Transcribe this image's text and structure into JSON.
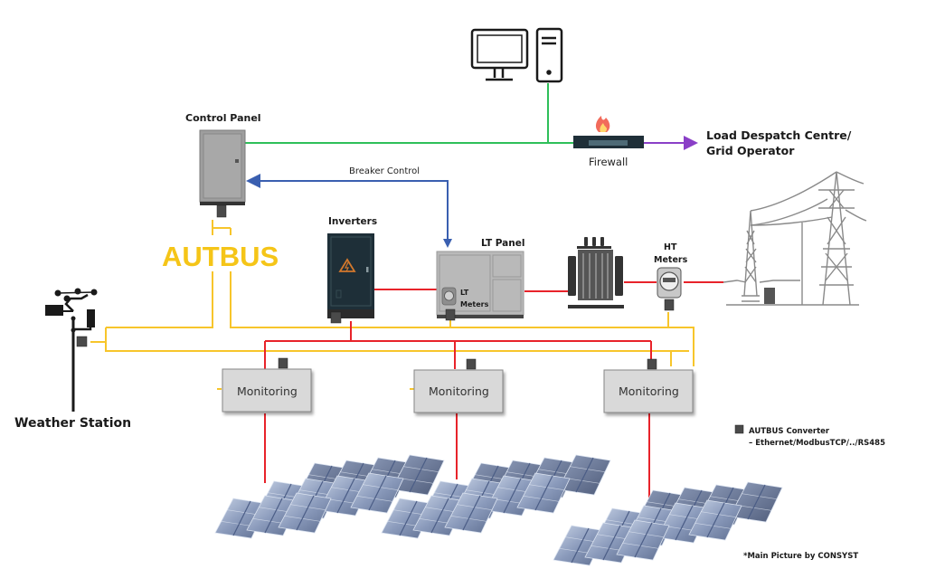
{
  "colors": {
    "network_green": "#2fbf5a",
    "breaker_blue": "#3a5fb0",
    "grid_purple": "#8a3fc7",
    "power_red": "#e8232a",
    "autbus_yellow": "#f7c52b",
    "autbus_text": "#f5c518",
    "converter": "#4a4a4a"
  },
  "workstation": {
    "label": ""
  },
  "control_panel": {
    "label": "Control Panel"
  },
  "autbus": {
    "label": "AUTBUS"
  },
  "breaker_control": {
    "label": "Breaker Control"
  },
  "firewall": {
    "label": "Firewall"
  },
  "grid_operator": {
    "line1": "Load Despatch Centre/",
    "line2": "Grid Operator"
  },
  "inverters": {
    "label": "Inverters"
  },
  "lt_panel": {
    "label": "LT Panel",
    "meter_line1": "LT",
    "meter_line2": "Meters"
  },
  "ht_meters": {
    "line1": "HT",
    "line2": "Meters"
  },
  "weather_station": {
    "label": "Weather Station"
  },
  "monitoring_units": [
    {
      "label": "Monitoring"
    },
    {
      "label": "Monitoring"
    },
    {
      "label": "Monitoring"
    }
  ],
  "legend": {
    "title": "AUTBUS Converter",
    "subtitle": "– Ethernet/ModbusTCP/../RS485"
  },
  "credit": {
    "text": "*Main Picture by CONSYST"
  }
}
